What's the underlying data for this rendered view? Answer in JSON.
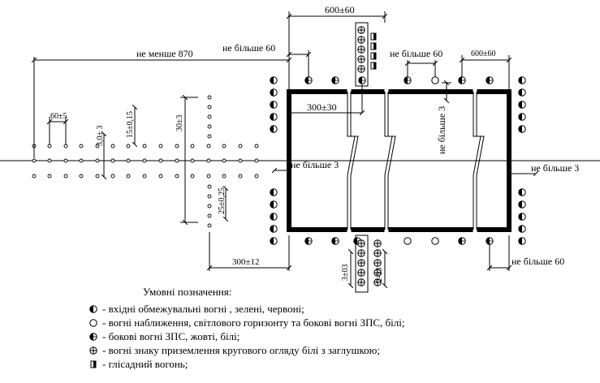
{
  "dimensions": {
    "top_width": "600±60",
    "min_870": "не менше 870",
    "max60_top_left": "не більше 60",
    "max60_top_mid": "не більше 60",
    "top_right_600": "600±60",
    "d300_30": "300±30",
    "max3_vert": "не більше 3",
    "max3_left": "не більше 3",
    "max3_right": "не більше 3",
    "d60_5": "60±5",
    "d3_0_3": "3,0± 3",
    "d15_015": "15±0,15",
    "d30_3": "30±3",
    "d25_025": "25±0,25",
    "d300_12": "300±12",
    "d3_03": "3±03",
    "d2_33": "2-33",
    "max60_bottom": "не більше 60"
  },
  "legend": {
    "title": "Умовні позначення:",
    "items": [
      {
        "icon": "half-filled-circle-icon",
        "text": "- вхідні обмежувальні вогні , зелені, червоні;"
      },
      {
        "icon": "open-circle-icon",
        "text": "-  вогні наближення, світлового горизонту та бокові вогні ЗПС, білі;"
      },
      {
        "icon": "half-hatched-circle-icon",
        "text": "- бокові вогні ЗПС, жовті, білі;"
      },
      {
        "icon": "cross-circle-icon",
        "text": "- вогні знаку приземлення кругового огляду білі з заглушкою;"
      },
      {
        "icon": "glide-light-icon",
        "text": "- глісадний вогонь;"
      }
    ]
  }
}
